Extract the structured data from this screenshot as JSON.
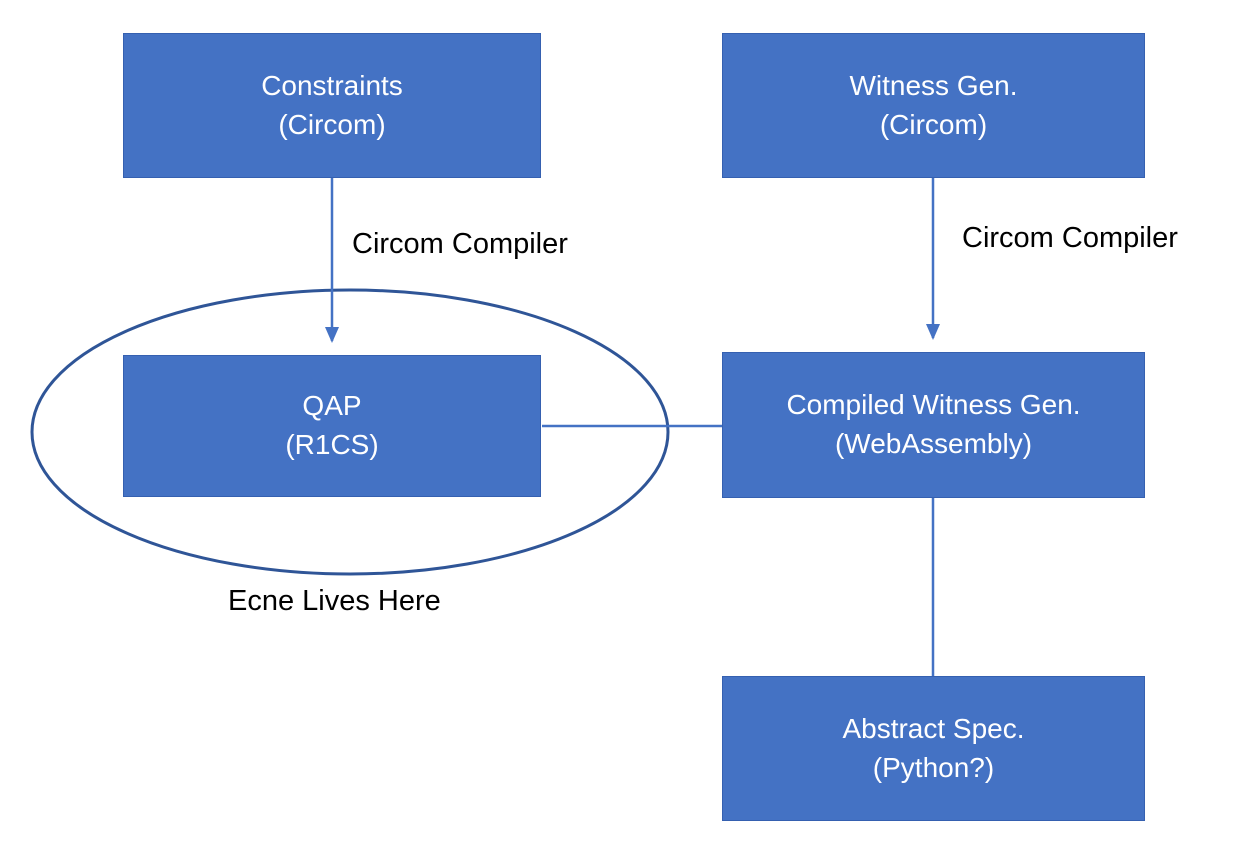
{
  "diagram": {
    "nodes": [
      {
        "id": "constraints",
        "line1": "Constraints",
        "line2": "(Circom)"
      },
      {
        "id": "witness-gen",
        "line1": "Witness Gen.",
        "line2": "(Circom)"
      },
      {
        "id": "qap",
        "line1": "QAP",
        "line2": "(R1CS)"
      },
      {
        "id": "compiled-witness-gen",
        "line1": "Compiled Witness Gen.",
        "line2": "(WebAssembly)"
      },
      {
        "id": "abstract-spec",
        "line1": "Abstract Spec.",
        "line2": "(Python?)"
      }
    ],
    "edge_labels": [
      {
        "id": "left-circom-compiler",
        "text": "Circom Compiler"
      },
      {
        "id": "right-circom-compiler",
        "text": "Circom Compiler"
      }
    ],
    "annotation": "Ecne Lives Here"
  },
  "colors": {
    "node_fill": "#4472C4",
    "node_border": "#3560B0",
    "node_text": "#FFFFFF",
    "connector": "#4472C4",
    "ellipse_stroke": "#2F5597",
    "label_text": "#000000"
  }
}
